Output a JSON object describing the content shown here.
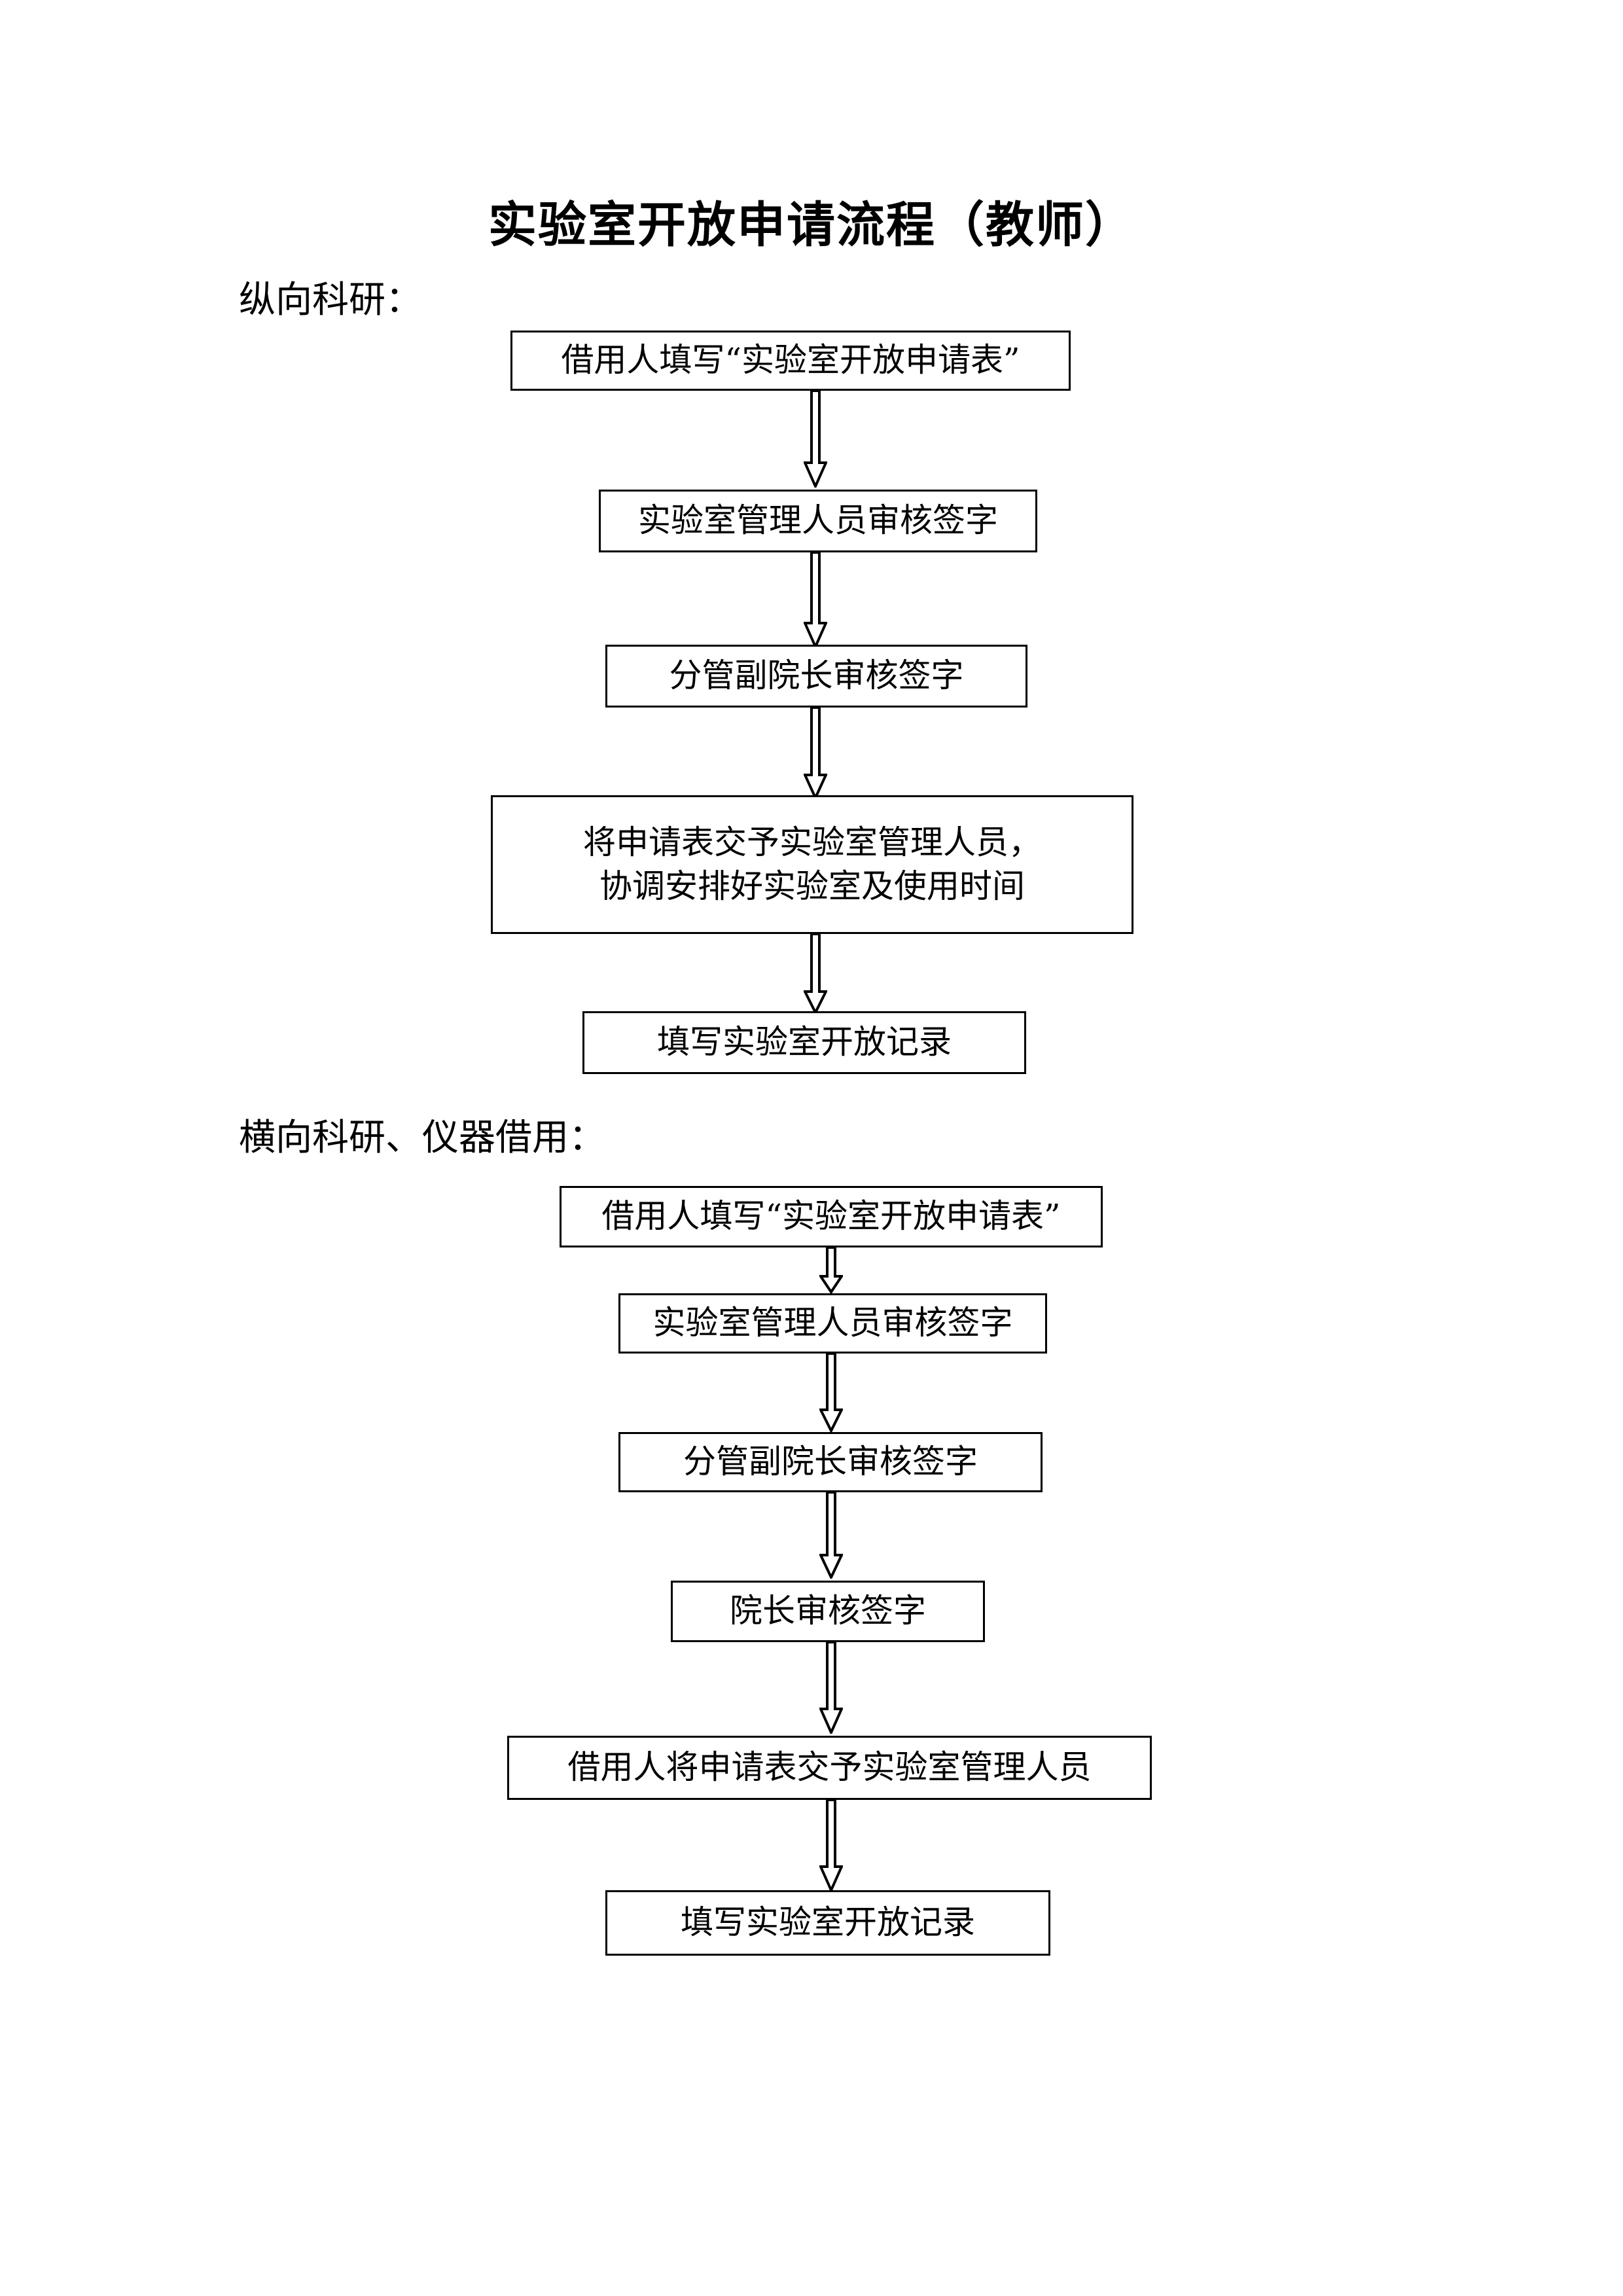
{
  "document": {
    "title": "实验室开放申请流程（教师）"
  },
  "sections": [
    {
      "id": "vertical-research",
      "label": "纵向科研：",
      "steps": [
        {
          "text": "借用人填写“实验室开放申请表”"
        },
        {
          "text": "实验室管理人员审核签字"
        },
        {
          "text": "分管副院长审核签字"
        },
        {
          "text": "将申请表交予实验室管理人员，\n协调安排好实验室及使用时间"
        },
        {
          "text": "填写实验室开放记录"
        }
      ]
    },
    {
      "id": "horizontal-research",
      "label": "横向科研、仪器借用：",
      "steps": [
        {
          "text": "借用人填写“实验室开放申请表”"
        },
        {
          "text": "实验室管理人员审核签字"
        },
        {
          "text": "分管副院长审核签字"
        },
        {
          "text": "院长审核签字"
        },
        {
          "text": "借用人将申请表交予实验室管理人员"
        },
        {
          "text": "填写实验室开放记录"
        }
      ]
    }
  ],
  "style": {
    "ink": "#000000",
    "paper": "#ffffff"
  }
}
